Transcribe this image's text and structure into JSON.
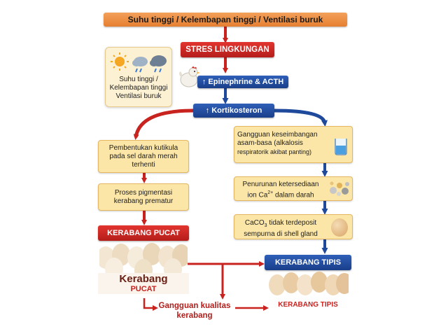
{
  "top_banner": "Suhu tinggi / Kelembapan tinggi / Ventilasi buruk",
  "stress_box": "STRES LINGKUNGAN",
  "weather_note": [
    "Suhu tinggi /",
    "Kelembapan tinggi",
    "Ventilasi buruk"
  ],
  "hormone_box": "↑ Epinephrine & ACTH",
  "cortico_box": "↑ Kortikosteron",
  "left_path": {
    "step1": [
      "Pembentukan kutikula",
      "pada sel darah merah",
      "terhenti"
    ],
    "step2": [
      "Proses pigmentasi",
      "kerabang prematur"
    ],
    "result_header": "KERABANG PUCAT",
    "result_caption_1": "Kerabang",
    "result_caption_2": "PUCAT"
  },
  "right_path": {
    "step1": [
      "Gangguan keseimbangan",
      "asam-basa (alkalosis",
      "respiratorik akibat panting)"
    ],
    "step2_line1": "Penurunan ketersediaan",
    "step2_line2_pre": "ion Ca",
    "step2_line2_sup": "2+",
    "step2_line2_post": " dalam darah",
    "step3_line1_pre": "CaCO",
    "step3_line1_sub": "3",
    "step3_line1_post": " tidak terdeposit",
    "step3_line2": "sempurna di shell gland",
    "result_header": "KERABANG TIPIS",
    "result_caption": "KERABANG TIPIS"
  },
  "bottom_box": [
    "Gangguan kualitas",
    "kerabang"
  ],
  "colors": {
    "red": "#c8231f",
    "blue": "#1f4a9c",
    "orange": "#e8853a",
    "yellow": "#fbe6a8"
  }
}
